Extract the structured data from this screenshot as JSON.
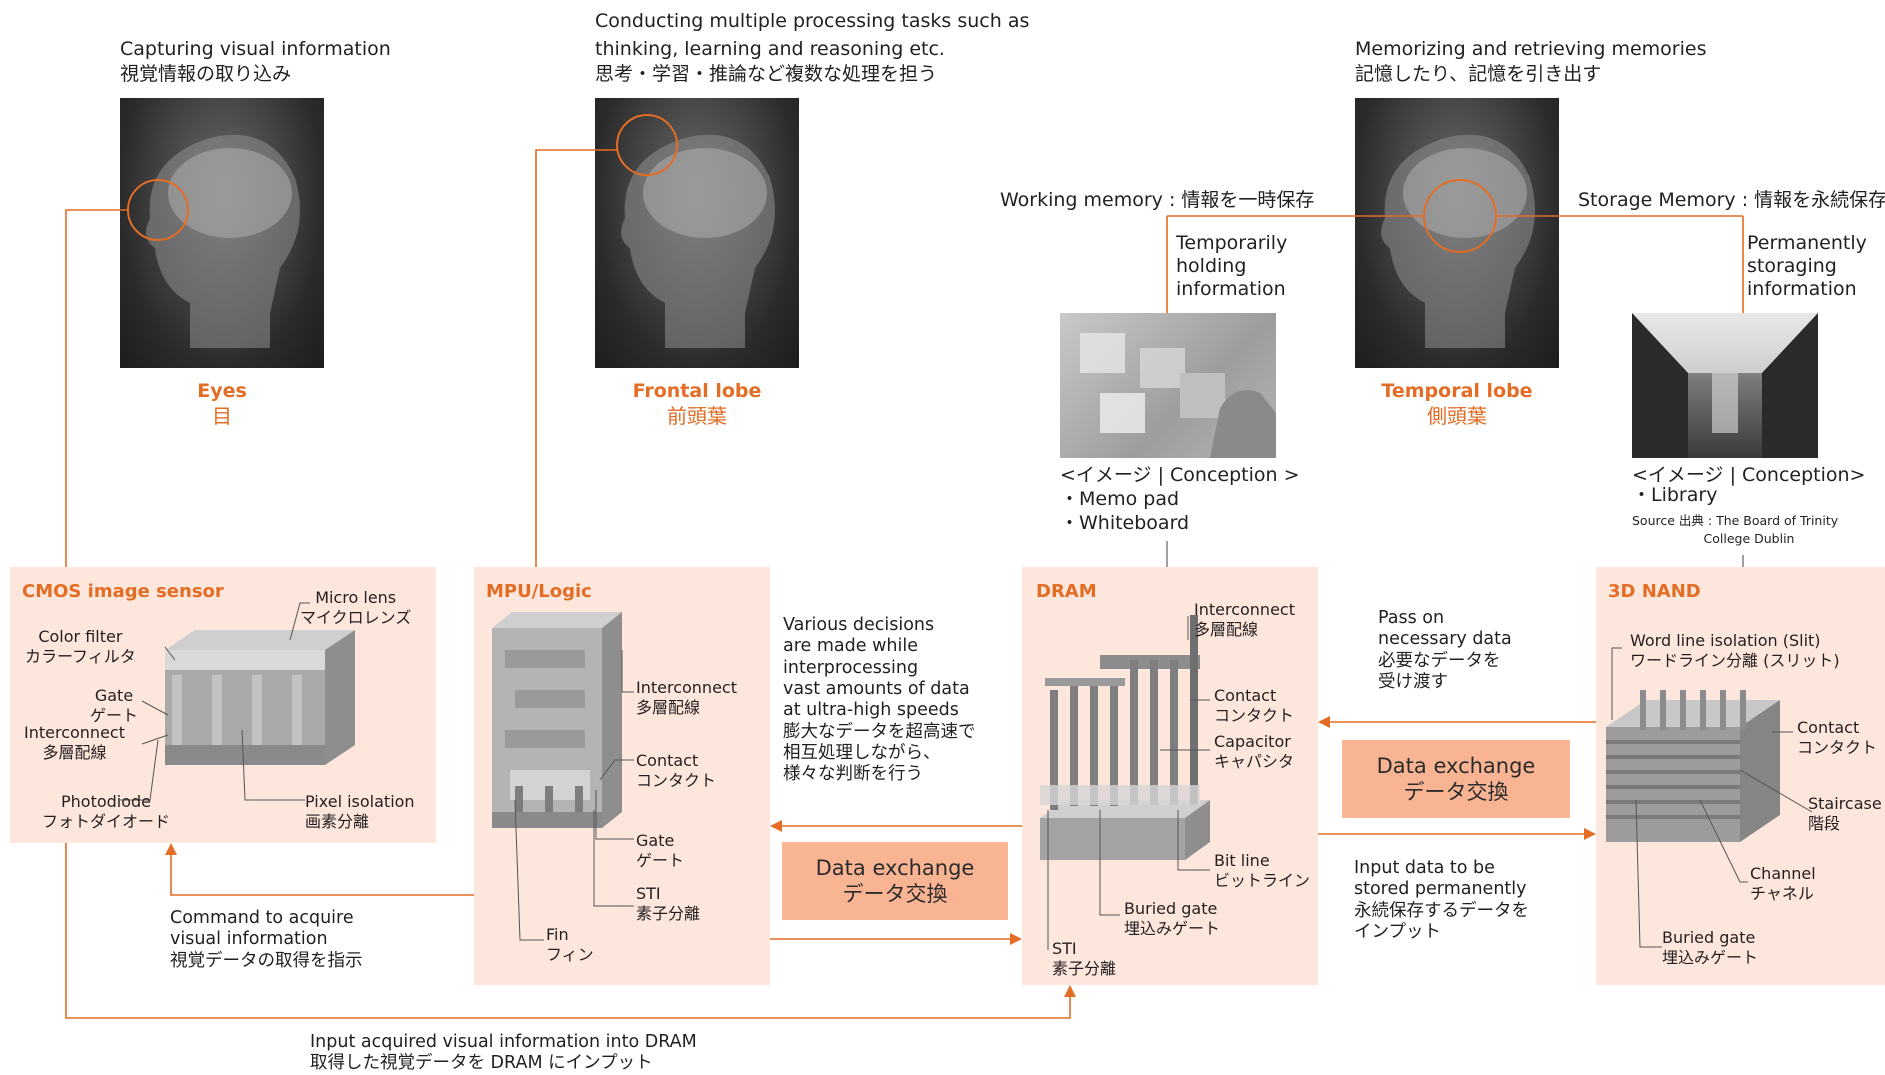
{
  "brain_areas": {
    "eyes": {
      "caption_en": "Capturing visual information",
      "caption_jp": "視覚情報の取り込み",
      "label_en": "Eyes",
      "label_jp": "目"
    },
    "frontal": {
      "caption_1": "Conducting multiple processing tasks such as",
      "caption_2": "thinking, learning and reasoning etc.",
      "caption_jp": "思考・学習・推論など複数な処理を担う",
      "label_en": "Frontal lobe",
      "label_jp": "前頭葉"
    },
    "temporal": {
      "caption_en": "Memorizing and retrieving memories",
      "caption_jp": "記憶したり、記憶を引き出す",
      "label_en": "Temporal lobe",
      "label_jp": "側頭葉"
    }
  },
  "memory": {
    "working": {
      "title": "Working memory : 情報を一時保存",
      "desc": "Temporarily\nholding\ninformation",
      "conception": "<イメージ | Conception >",
      "item1": "・Memo pad",
      "item2": "・Whiteboard"
    },
    "storage": {
      "title": "Storage Memory : 情報を永続保存",
      "desc": "Permanently\nstoraging\ninformation",
      "conception": "<イメージ | Conception>",
      "item1": "・Library",
      "source": "Source 出典 : The Board of Trinity\n                  College Dublin"
    }
  },
  "panels": {
    "cmos": {
      "title": "CMOS image sensor",
      "micro_lens": "Micro lens\nマイクロレンズ",
      "color_filter": "Color filter\nカラーフィルタ",
      "gate": "Gate\nゲート",
      "interconnect": "Interconnect\n多層配線",
      "photodiode": "Photodiode\nフォトダイオード",
      "pixel_isolation": "Pixel isolation\n画素分離"
    },
    "mpu": {
      "title": "MPU/Logic",
      "interconnect": "Interconnect\n多層配線",
      "contact": "Contact\nコンタクト",
      "gate": "Gate\nゲート",
      "sti": "STI\n素子分離",
      "fin": "Fin\nフィン"
    },
    "dram": {
      "title": "DRAM",
      "interconnect": "Interconnect\n多層配線",
      "contact": "Contact\nコンタクト",
      "capacitor": "Capacitor\nキャパシタ",
      "bit_line": "Bit line\nビットライン",
      "buried_gate": "Buried gate\n埋込みゲート",
      "sti": "STI\n素子分離"
    },
    "nand": {
      "title": "3D NAND",
      "word_line": "Word line isolation (Slit)\nワードライン分離 (スリット)",
      "contact": "Contact\nコンタクト",
      "staircase": "Staircase\n階段",
      "channel": "Channel\nチャネル",
      "buried_gate": "Buried gate\n埋込みゲート"
    }
  },
  "flows": {
    "decisions": "Various decisions\nare made while\ninterprocessing\nvast amounts of data\nat ultra-high speeds\n膨大なデータを超高速で\n相互処理しながら、\n様々な判断を行う",
    "pass_on": "Pass on\nnecessary data\n必要なデータを\n受け渡す",
    "exchange_en": "Data exchange",
    "exchange_jp": "データ交換",
    "input_perm": "Input data to be\nstored permanently\n永続保存するデータを\nインプット",
    "command": "Command to acquire\nvisual information\n視覚データの取得を指示",
    "input_dram": "Input acquired visual information into DRAM\n取得した視覚データを DRAM にインプット"
  },
  "colors": {
    "accent": "#e36d25",
    "panel": "#fde6dc",
    "exchange_box": "#f9b593"
  }
}
